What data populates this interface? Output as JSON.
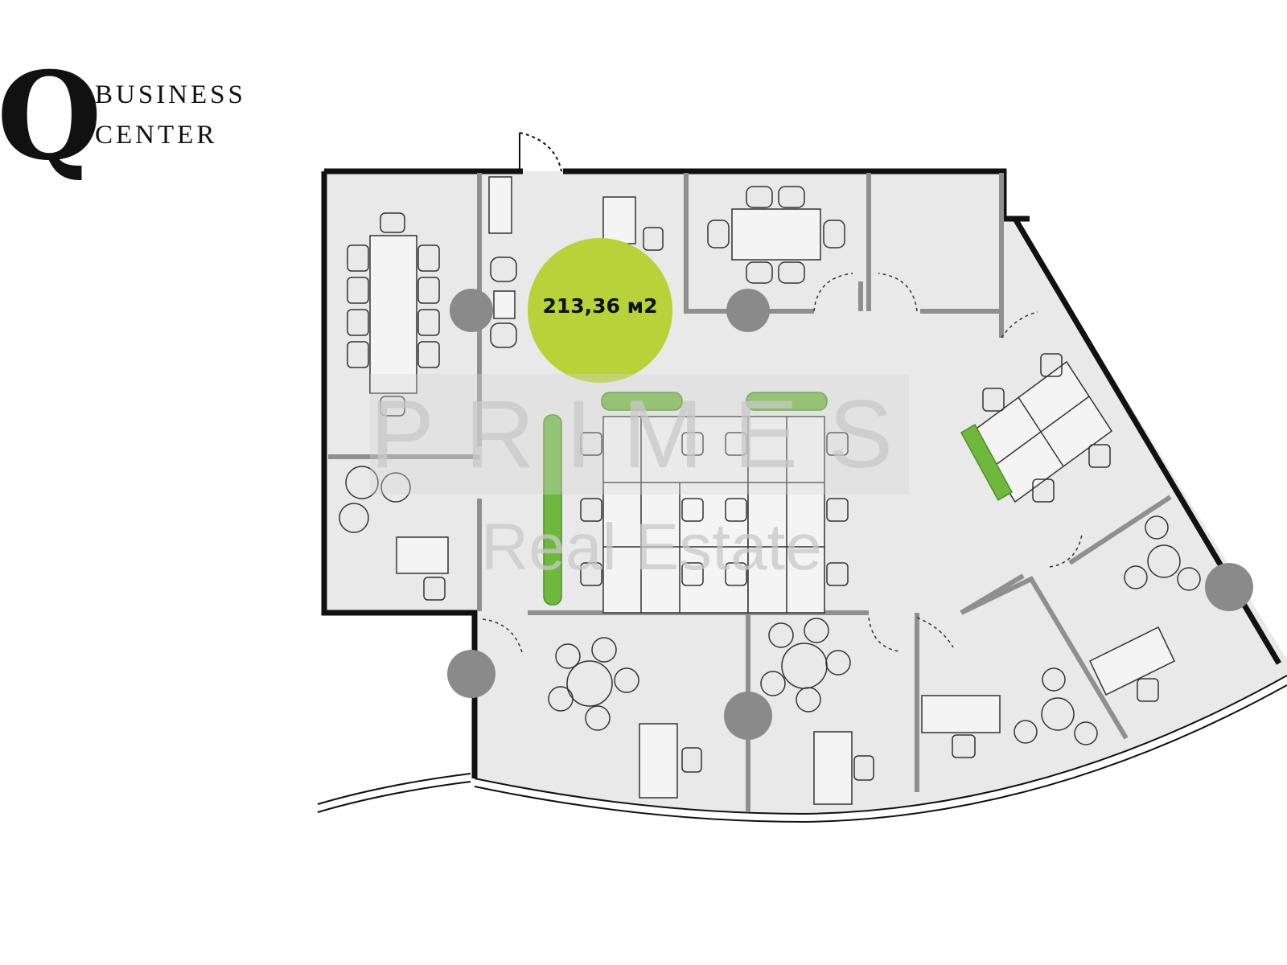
{
  "logo": {
    "mark": "Q",
    "line1": "BUSINESS",
    "line2": "CENTER"
  },
  "area": {
    "label": "213,36 м2",
    "badge_color": "#b9d23a"
  },
  "watermark": {
    "line1": "PRIMES",
    "line2": "Real Estate"
  },
  "colors": {
    "floor": "#e9e9e9",
    "wall": "#111111",
    "partition": "#8f8f8f",
    "column": "#8a8a8a",
    "plant": "#6fb83e"
  }
}
